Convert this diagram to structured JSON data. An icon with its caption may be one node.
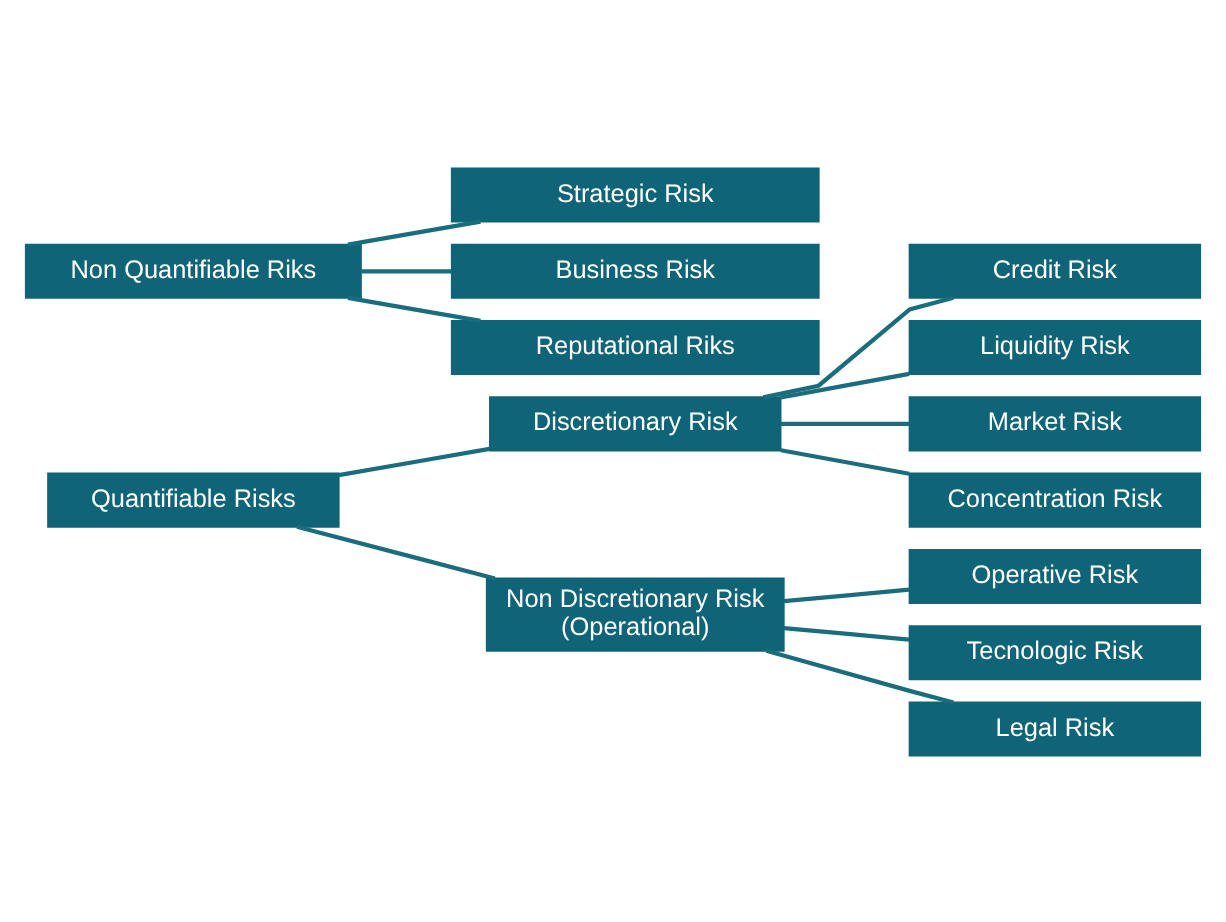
{
  "diagram": {
    "nodes": [
      {
        "text": [
          "Quantifiable Risks"
        ]
      },
      {
        "text": [
          "Discretionary Risk"
        ]
      },
      {
        "text": [
          "Non Discretionary Risk (Operational)"
        ]
      },
      {
        "text": [
          "Credit Risk"
        ]
      },
      {
        "text": [
          "Liquidity Risk"
        ]
      },
      {
        "text": [
          "Market Risk"
        ]
      },
      {
        "text": [
          "Concentration Risk"
        ]
      },
      {
        "text": [
          "Operative Risk"
        ]
      },
      {
        "text": [
          "Tecnologic Risk"
        ]
      },
      {
        "text": [
          "Legal Risk"
        ]
      },
      {
        "text": [
          "Non Quantifiable Riks"
        ]
      },
      {
        "text": [
          "Strategic Risk"
        ]
      },
      {
        "text": [
          "Business Risk"
        ]
      },
      {
        "text": [
          "Reputational Riks"
        ]
      }
    ],
    "edges": [
      {
        "from": 0,
        "to": 1,
        "arrow": "none"
      },
      {
        "from": 0,
        "to": 2,
        "arrow": "none"
      },
      {
        "from": 1,
        "to": 3,
        "arrow": "none"
      },
      {
        "from": 1,
        "to": 4,
        "arrow": "none"
      },
      {
        "from": 1,
        "to": 5,
        "arrow": "none"
      },
      {
        "from": 1,
        "to": 6,
        "arrow": "none"
      },
      {
        "from": 2,
        "to": 7,
        "arrow": "none"
      },
      {
        "from": 2,
        "to": 8,
        "arrow": "none"
      },
      {
        "from": 2,
        "to": 9,
        "arrow": "none"
      },
      {
        "from": 10,
        "to": 11,
        "arrow": "none"
      },
      {
        "from": 10,
        "to": 12,
        "arrow": "none"
      },
      {
        "from": 10,
        "to": 13,
        "arrow": "none"
      }
    ]
  }
}
